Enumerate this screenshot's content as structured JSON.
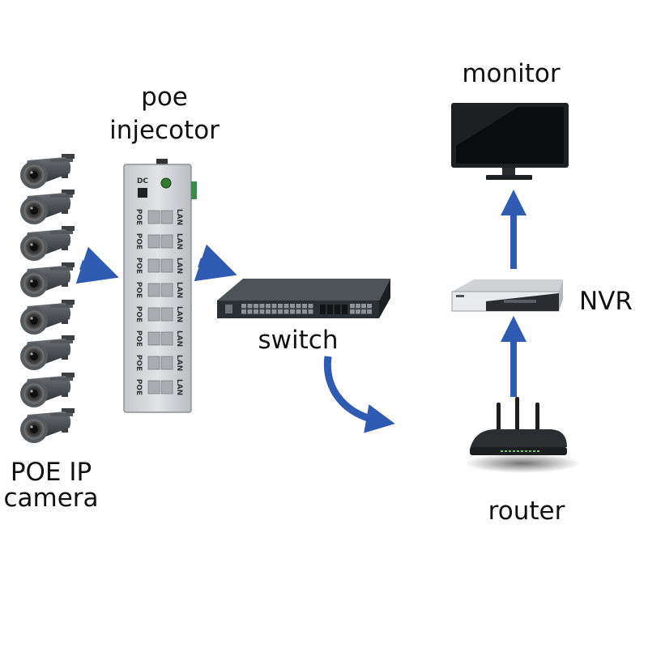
{
  "labels": {
    "poe_line1": "poe",
    "poe_line2": "injecotor",
    "switch": "switch",
    "monitor": "monitor",
    "nvr": "NVR",
    "router": "router",
    "camera_line1": "POE IP",
    "camera_line2": "camera"
  },
  "injector": {
    "dc_label": "DC",
    "port_left_label": "POE",
    "port_right_label": "LAN"
  },
  "colors": {
    "arrow": "#2f5bb2",
    "device": "#2d3236",
    "camera_body": "#4a4d50",
    "injector_body": "#d4d7da"
  }
}
